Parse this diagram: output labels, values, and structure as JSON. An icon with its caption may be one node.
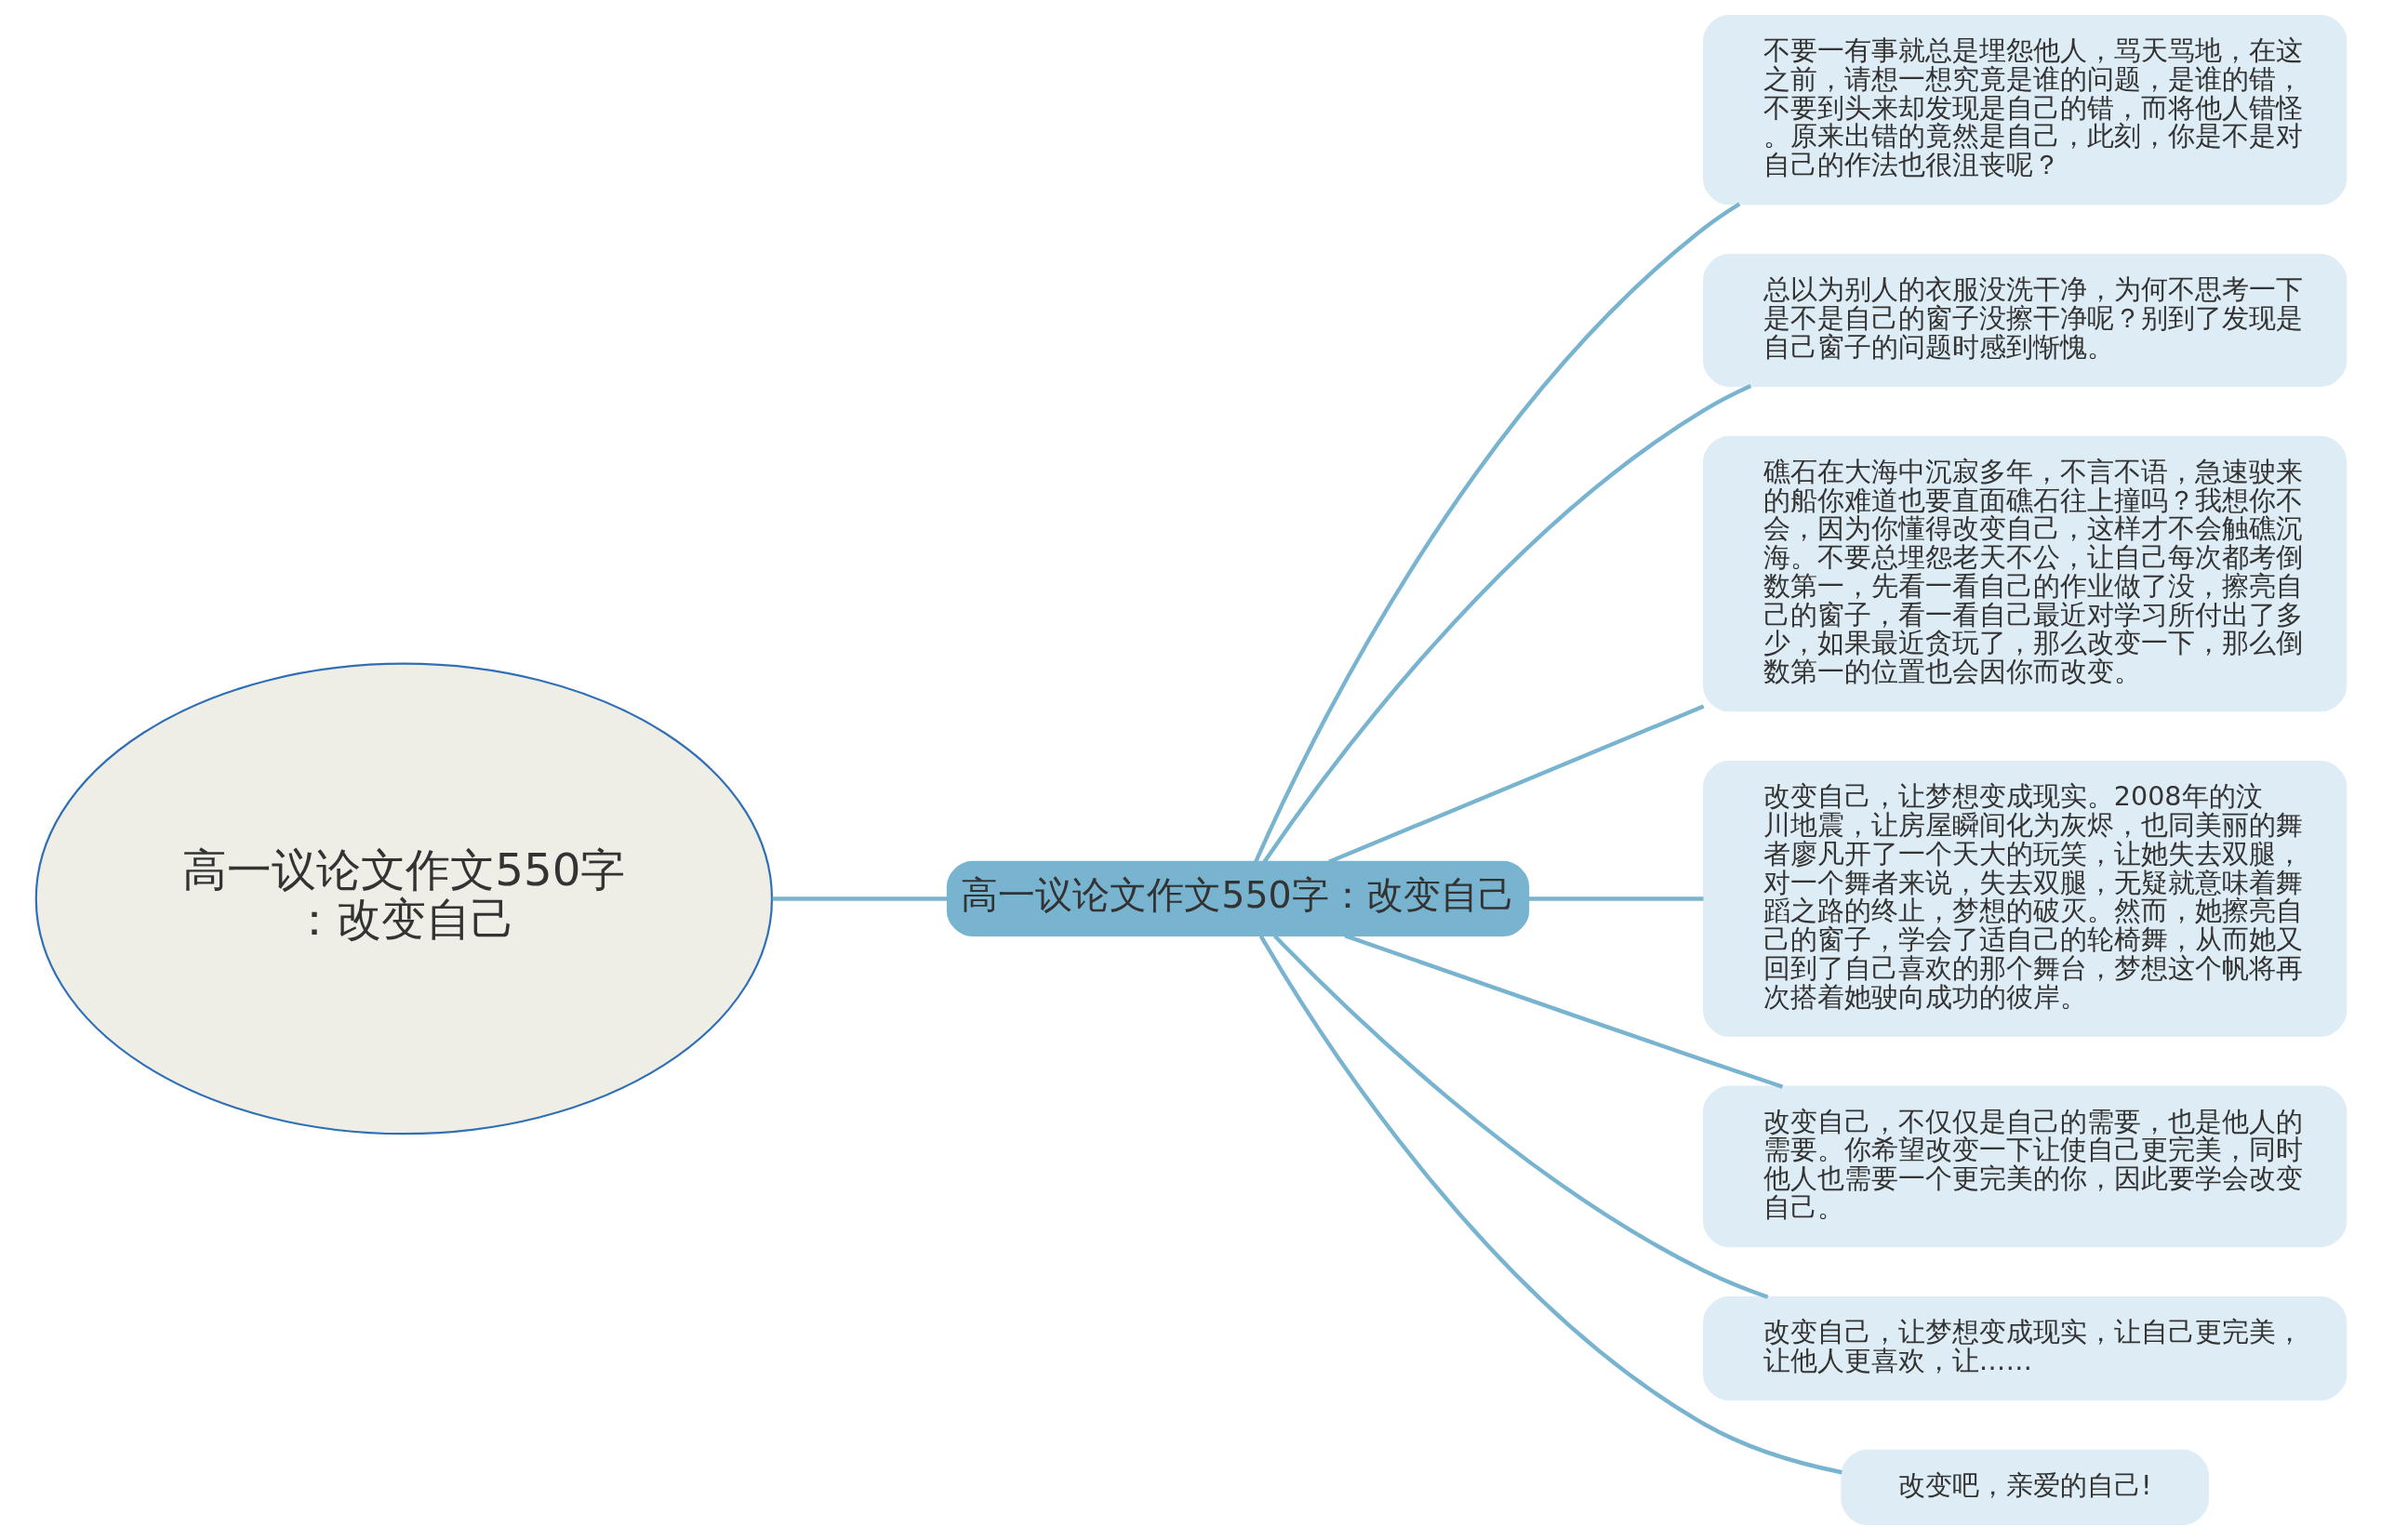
{
  "diagram": {
    "nodes": [
      {
        "text": [
          "高一议论文作文550字：改变自己"
        ]
      },
      {
        "text": [
          "高一议论文作文550字：改变自己"
        ]
      },
      {
        "text": [
          "不要一有事就总是埋怨他人，骂天骂地，在这之前，请想一想究竟是谁的问题，是谁的错，不要到头来却发现是自己的错，而将他人错怪。原来出错的竟然是自己，此刻，你是不是对自己的作法也很沮丧呢？"
        ]
      },
      {
        "text": [
          "总以为别人的衣服没洗干净，为何不思考一下是不是自己的窗子没擦干净呢？别到了发现是自己窗子的问题时感到惭愧。"
        ]
      },
      {
        "text": [
          "礁石在大海中沉寂多年，不言不语，急速驶来的船你难道也要直面礁石往上撞吗？我想你不会，因为你懂得改变自己，这样才不会触礁沉海。不要总埋怨老天不公，让自己每次都考倒数第一，先看一看自己的作业做了没，擦亮自己的窗子，看一看自己最近对学习所付出了多少，如果最近贪玩了，那么改变一下，那么倒数第一的位置也会因你而改变。"
        ]
      },
      {
        "text": [
          "改变自己，让梦想变成现实。2008年的汶川地震，让房屋瞬间化为灰烬，也同美丽的舞者廖凡开了一个天大的玩笑，让她失去双腿，对一个舞者来说，失去双腿，无疑就意味着舞蹈之路的终止，梦想的破灭。然而，她擦亮自己的窗子，学会了适自己的轮椅舞，从而她又回到了自己喜欢的那个舞台，梦想这个帆将再次搭着她驶向成功的彼岸。"
        ]
      },
      {
        "text": [
          "改变自己，不仅仅是自己的需要，也是他人的需要。你希望改变一下让使自己更完美，同时他人也需要一个更完美的你，因此要学会改变自己。"
        ]
      },
      {
        "text": [
          "改变自己，让梦想变成现实，让自己更完美，让他人更喜欢，让……"
        ]
      },
      {
        "text": [
          "改变吧，亲爱的自己!"
        ]
      }
    ],
    "edges": [
      {
        "from": 0,
        "to": 1,
        "arrow": "none"
      },
      {
        "from": 1,
        "to": 2,
        "arrow": "none"
      },
      {
        "from": 1,
        "to": 3,
        "arrow": "none"
      },
      {
        "from": 1,
        "to": 4,
        "arrow": "none"
      },
      {
        "from": 1,
        "to": 5,
        "arrow": "none"
      },
      {
        "from": 1,
        "to": 6,
        "arrow": "none"
      },
      {
        "from": 1,
        "to": 7,
        "arrow": "none"
      },
      {
        "from": 1,
        "to": 8,
        "arrow": "none"
      }
    ]
  }
}
